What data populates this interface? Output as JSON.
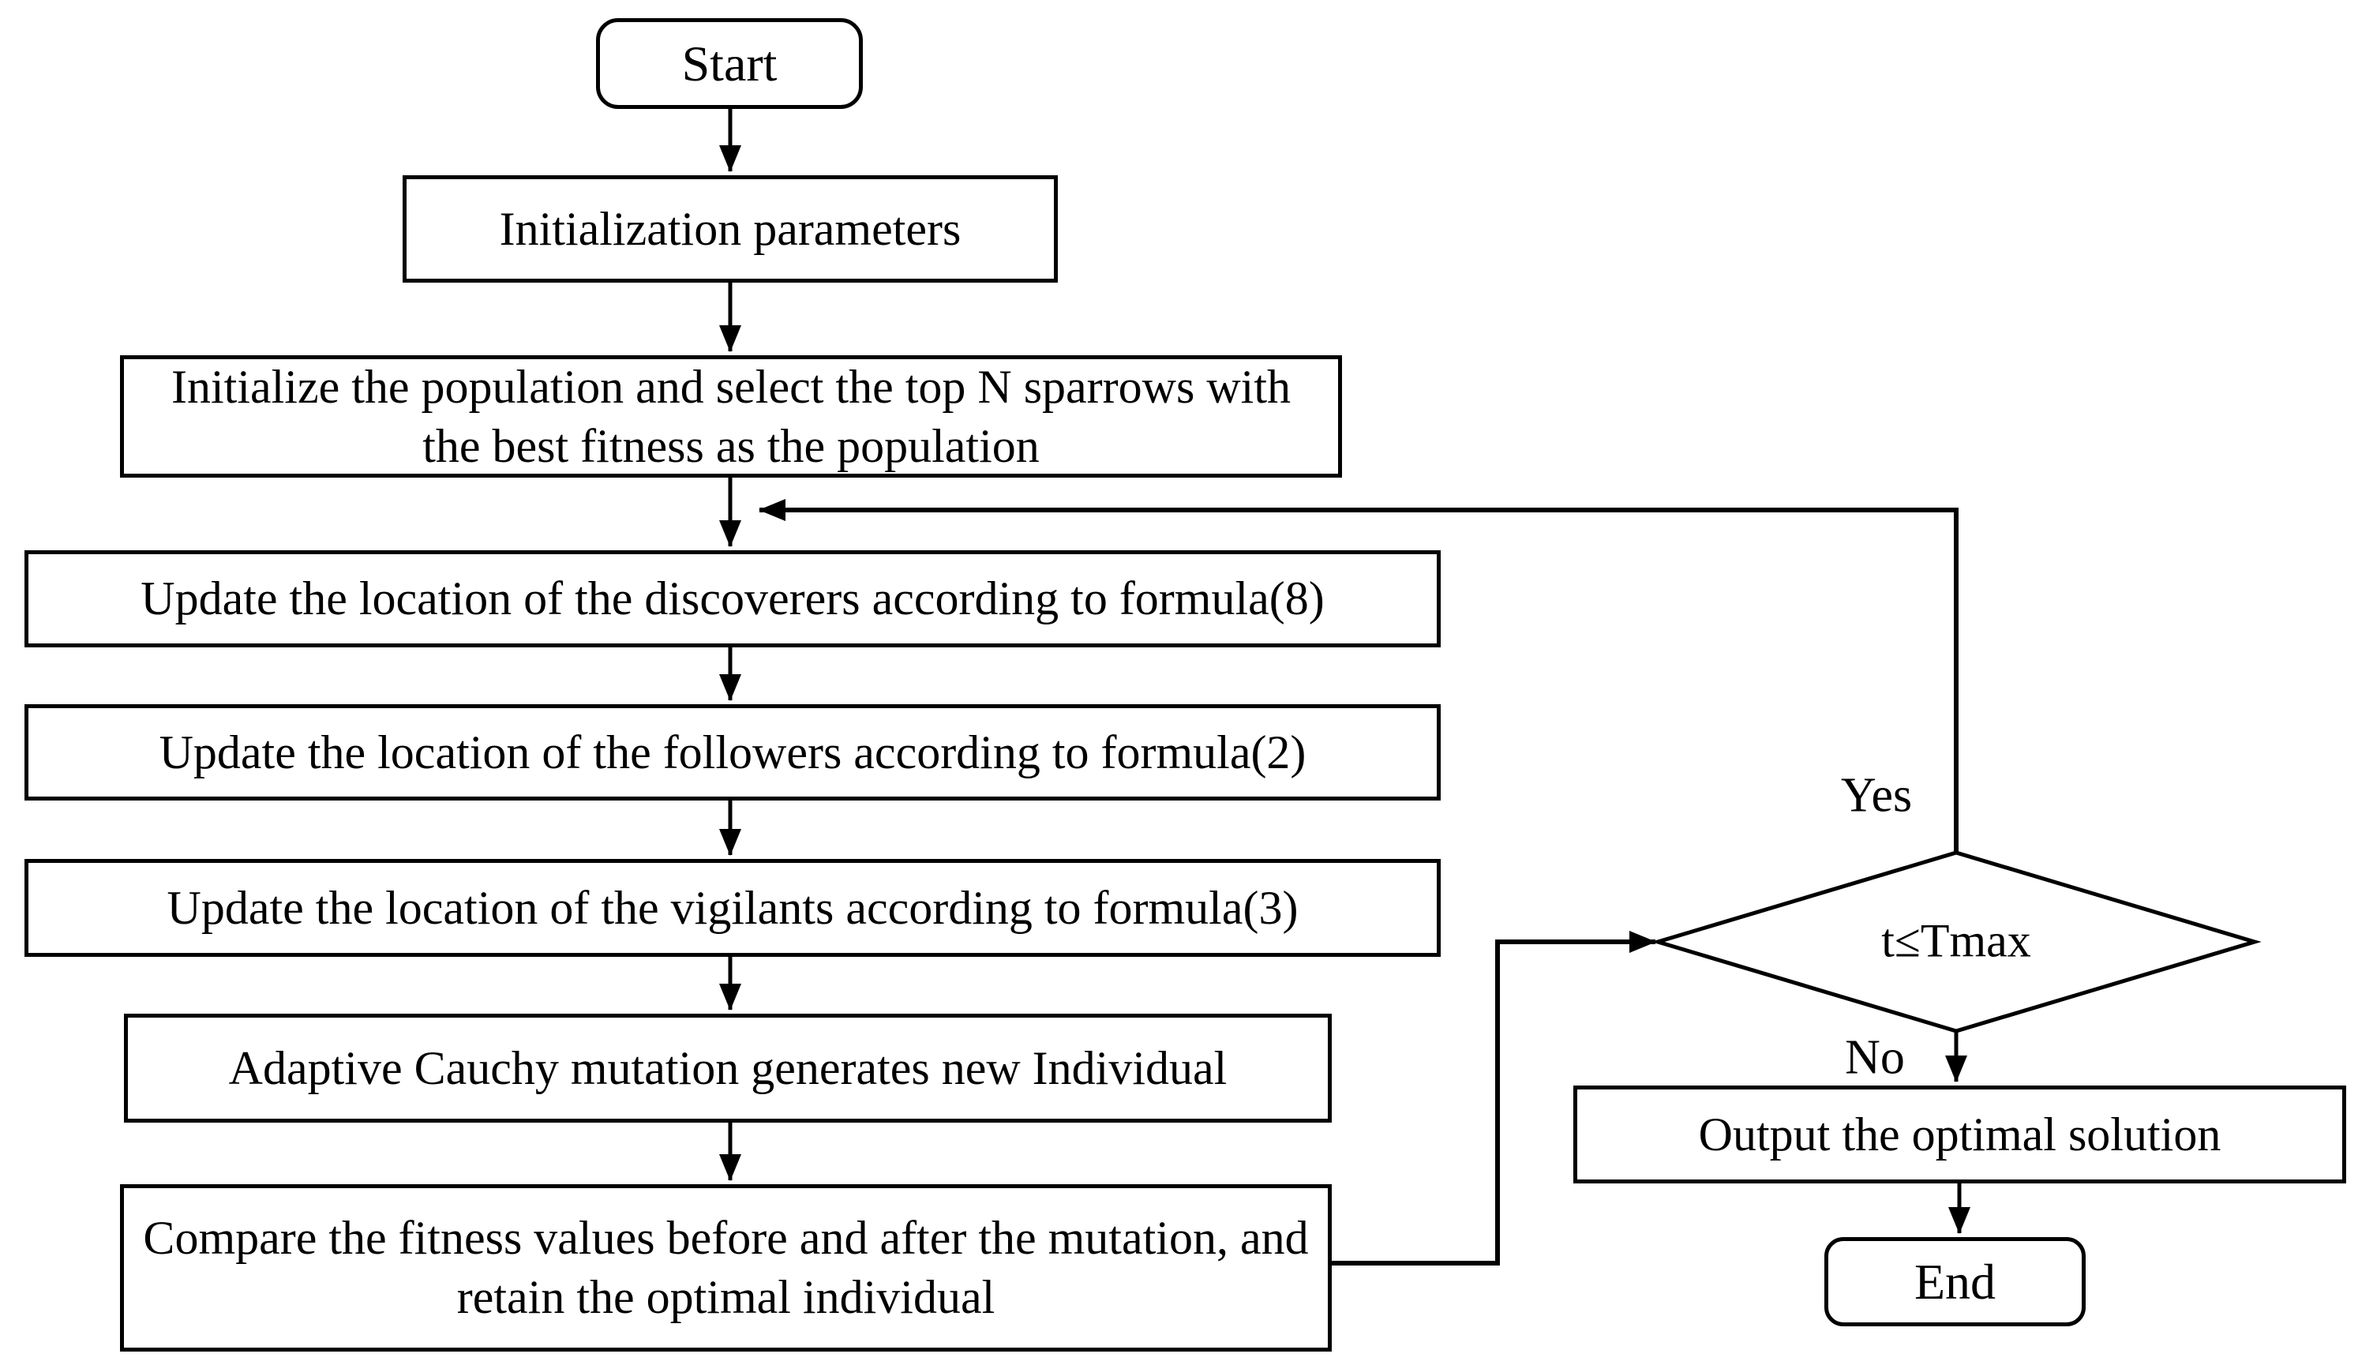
{
  "figure": {
    "background": "#ffffff",
    "stroke_color": "#000000",
    "nodes": {
      "start": "Start",
      "init_params": "Initialization parameters",
      "init_population": "Initialize the population and select the top N sparrows with the best fitness as the population",
      "update_discoverers": "Update the location of the discoverers according to formula(8)",
      "update_followers": "Update the location of the followers according to formula(2)",
      "update_vigilants": "Update the location of the vigilants according to formula(3)",
      "cauchy_mutation": "Adaptive Cauchy mutation generates new Individual",
      "compare_fitness": "Compare the fitness values before and after the mutation, and retain the optimal individual",
      "condition": "t≤Tmax",
      "output": "Output the optimal solution",
      "end": "End"
    },
    "edge_labels": {
      "yes": "Yes",
      "no": "No"
    }
  }
}
